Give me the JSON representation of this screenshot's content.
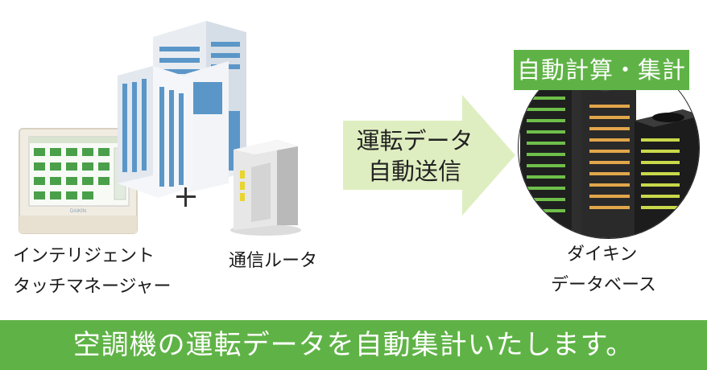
{
  "colors": {
    "accent_green": "#5fb346",
    "arrow_green": "#dfeec0",
    "building_blue": "#5b96c8",
    "router_yellow": "#e8d530"
  },
  "icons": {
    "touch_panel": "touch-panel-icon",
    "building": "building-icon",
    "plus": "plus-icon",
    "router": "router-icon",
    "arrow": "arrow-right-icon",
    "servers": "server-racks-icon"
  },
  "device": {
    "brand": "DAIKIN"
  },
  "labels": {
    "touch_manager_line1": "インテリジェント",
    "touch_manager_line2": "タッチマネージャー",
    "router": "通信ルータ",
    "database_line1": "ダイキン",
    "database_line2": "データベース"
  },
  "arrow": {
    "line1": "運転データ",
    "line2": "自動送信"
  },
  "badge": {
    "text": "自動計算・集計"
  },
  "banner": {
    "text": "空調機の運転データを自動集計いたします。"
  }
}
